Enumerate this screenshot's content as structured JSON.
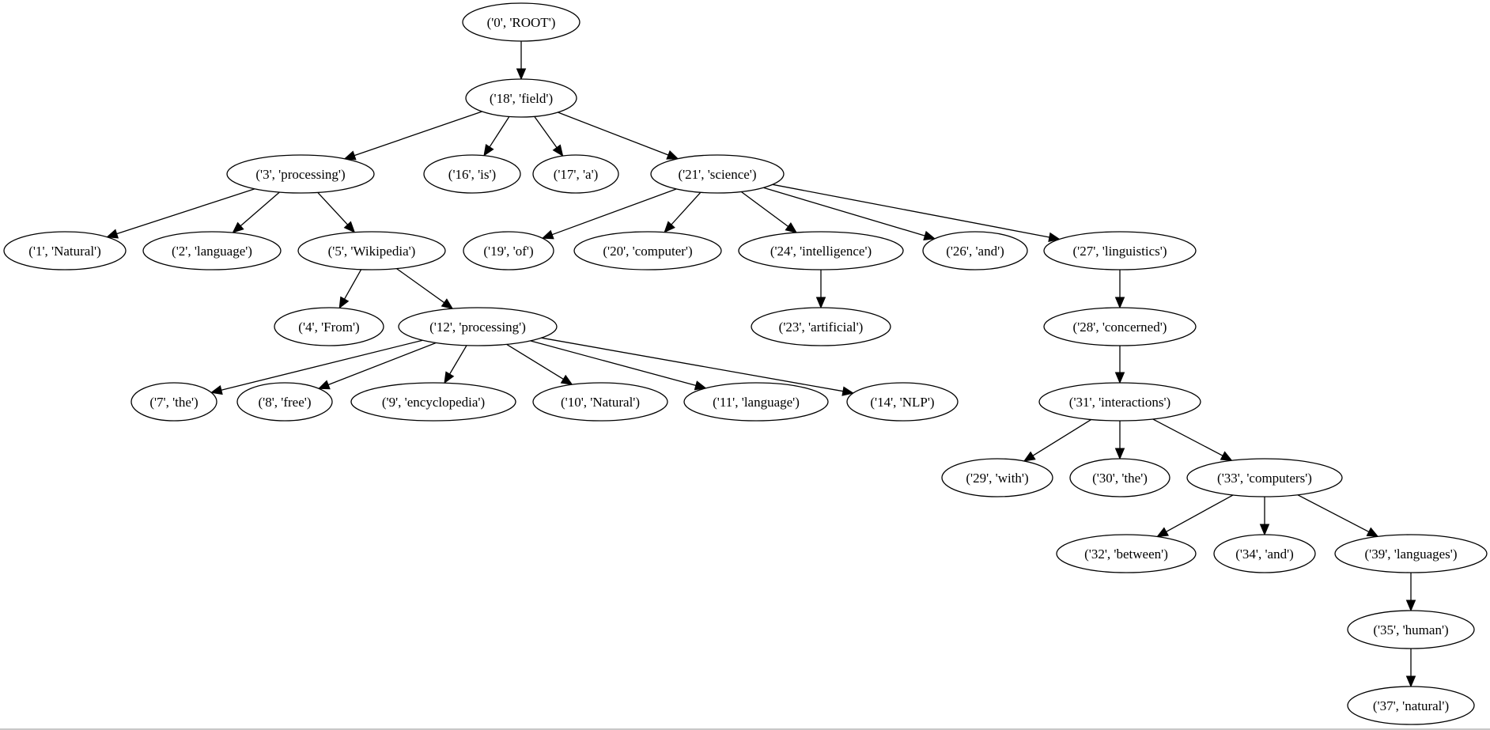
{
  "diagram": {
    "nodes": [
      {
        "id": "n0",
        "label": "('0', 'ROOT')"
      },
      {
        "id": "n18",
        "label": "('18', 'field')"
      },
      {
        "id": "n3",
        "label": "('3', 'processing')"
      },
      {
        "id": "n16",
        "label": "('16', 'is')"
      },
      {
        "id": "n17",
        "label": "('17', 'a')"
      },
      {
        "id": "n21",
        "label": "('21', 'science')"
      },
      {
        "id": "n1",
        "label": "('1', 'Natural')"
      },
      {
        "id": "n2",
        "label": "('2', 'language')"
      },
      {
        "id": "n5",
        "label": "('5', 'Wikipedia')"
      },
      {
        "id": "n19",
        "label": "('19', 'of')"
      },
      {
        "id": "n20",
        "label": "('20', 'computer')"
      },
      {
        "id": "n24",
        "label": "('24', 'intelligence')"
      },
      {
        "id": "n26",
        "label": "('26', 'and')"
      },
      {
        "id": "n27",
        "label": "('27', 'linguistics')"
      },
      {
        "id": "n4",
        "label": "('4', 'From')"
      },
      {
        "id": "n12",
        "label": "('12', 'processing')"
      },
      {
        "id": "n23",
        "label": "('23', 'artificial')"
      },
      {
        "id": "n28",
        "label": "('28', 'concerned')"
      },
      {
        "id": "n7",
        "label": "('7', 'the')"
      },
      {
        "id": "n8",
        "label": "('8', 'free')"
      },
      {
        "id": "n9",
        "label": "('9', 'encyclopedia')"
      },
      {
        "id": "n10",
        "label": "('10', 'Natural')"
      },
      {
        "id": "n11",
        "label": "('11', 'language')"
      },
      {
        "id": "n14",
        "label": "('14', 'NLP')"
      },
      {
        "id": "n31",
        "label": "('31', 'interactions')"
      },
      {
        "id": "n29",
        "label": "('29', 'with')"
      },
      {
        "id": "n30",
        "label": "('30', 'the')"
      },
      {
        "id": "n33",
        "label": "('33', 'computers')"
      },
      {
        "id": "n32",
        "label": "('32', 'between')"
      },
      {
        "id": "n34",
        "label": "('34', 'and')"
      },
      {
        "id": "n39",
        "label": "('39', 'languages')"
      },
      {
        "id": "n35",
        "label": "('35', 'human')"
      },
      {
        "id": "n37",
        "label": "('37', 'natural')"
      }
    ],
    "edges": [
      [
        "n0",
        "n18"
      ],
      [
        "n18",
        "n3"
      ],
      [
        "n18",
        "n16"
      ],
      [
        "n18",
        "n17"
      ],
      [
        "n18",
        "n21"
      ],
      [
        "n3",
        "n1"
      ],
      [
        "n3",
        "n2"
      ],
      [
        "n3",
        "n5"
      ],
      [
        "n5",
        "n4"
      ],
      [
        "n5",
        "n12"
      ],
      [
        "n12",
        "n7"
      ],
      [
        "n12",
        "n8"
      ],
      [
        "n12",
        "n9"
      ],
      [
        "n12",
        "n10"
      ],
      [
        "n12",
        "n11"
      ],
      [
        "n12",
        "n14"
      ],
      [
        "n21",
        "n19"
      ],
      [
        "n21",
        "n20"
      ],
      [
        "n21",
        "n24"
      ],
      [
        "n21",
        "n26"
      ],
      [
        "n21",
        "n27"
      ],
      [
        "n24",
        "n23"
      ],
      [
        "n27",
        "n28"
      ],
      [
        "n28",
        "n31"
      ],
      [
        "n31",
        "n29"
      ],
      [
        "n31",
        "n30"
      ],
      [
        "n31",
        "n33"
      ],
      [
        "n33",
        "n32"
      ],
      [
        "n33",
        "n34"
      ],
      [
        "n33",
        "n39"
      ],
      [
        "n39",
        "n35"
      ],
      [
        "n35",
        "n37"
      ]
    ]
  }
}
